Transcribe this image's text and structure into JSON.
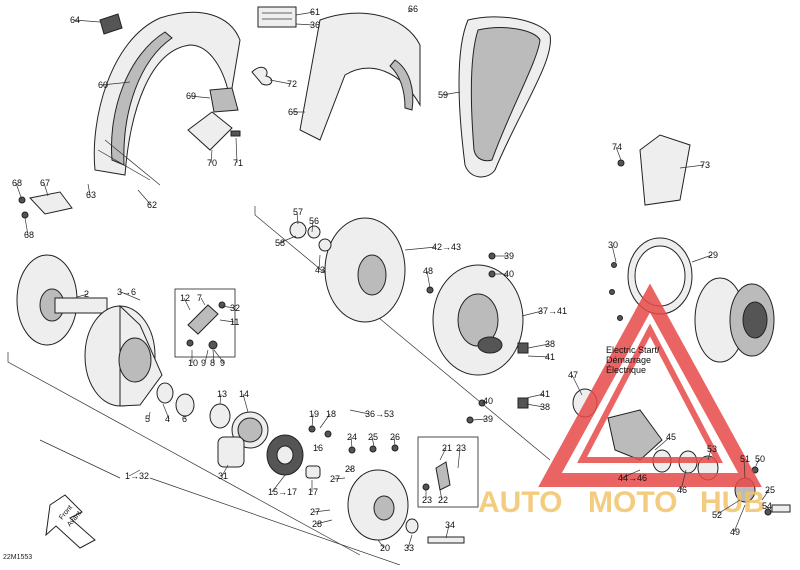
{
  "diagram_code": "22M1553",
  "callout_lines": [
    "Electric Start/",
    "Démarrage",
    "Électrique"
  ],
  "front_arrow": [
    "Front",
    "Avant"
  ],
  "watermark": {
    "left": "AUTO",
    "mid": "MOTO",
    "right": "HUB",
    "triangle_color": "#e84a4a",
    "text_color": "#f2c46a"
  },
  "callouts": [
    "64",
    "61",
    "36",
    "66",
    "60",
    "72",
    "69",
    "65",
    "59",
    "70",
    "71",
    "74",
    "73",
    "68",
    "67",
    "63",
    "62",
    "68",
    "57",
    "56",
    "58",
    "43",
    "42→43",
    "39",
    "40",
    "48",
    "30",
    "29",
    "2",
    "3→6",
    "12",
    "7",
    "32",
    "11",
    "10",
    "9",
    "8",
    "9",
    "37→41",
    "38",
    "41",
    "47",
    "4",
    "5",
    "6",
    "13",
    "14",
    "19",
    "18",
    "36→53",
    "40",
    "39",
    "41",
    "38",
    "1→32",
    "31",
    "15→17",
    "17",
    "16",
    "24",
    "25",
    "26",
    "21",
    "23",
    "28",
    "27",
    "22",
    "23",
    "27",
    "28",
    "20",
    "33",
    "34",
    "44→46",
    "45",
    "46",
    "53",
    "50",
    "51",
    "52",
    "49",
    "25",
    "54"
  ]
}
